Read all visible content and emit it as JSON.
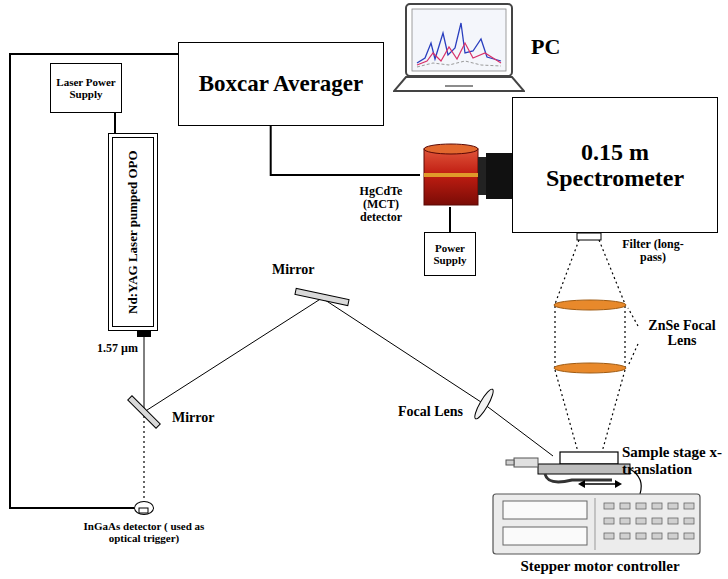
{
  "diagram": {
    "nodes": [
      {
        "text": [
          "Laser Power Supply"
        ]
      },
      {
        "text": [
          "Boxcar Averager"
        ]
      },
      {
        "text": [
          "PC"
        ]
      },
      {
        "text": [
          "0.15 m Spectrometer"
        ]
      },
      {
        "text": [
          "HgCdTe (MCT) detector"
        ]
      },
      {
        "text": [
          "Power Supply"
        ]
      },
      {
        "text": [
          "Nd:YAG Laser pumped OPO"
        ]
      },
      {
        "text": [
          "InGaAs detector ( used as optical trigger)"
        ]
      }
    ],
    "edges": [
      {
        "from": 0,
        "to": 6,
        "arrow": "none"
      },
      {
        "from": 1,
        "to": 4,
        "arrow": "none"
      },
      {
        "from": 4,
        "to": 5,
        "arrow": "none"
      },
      {
        "from": 1,
        "to": 7,
        "arrow": "none"
      }
    ],
    "labels": [
      "1.57 µm",
      "Mirror",
      "Mirror",
      "Focal Lens",
      "Filter (long-pass)",
      "ZnSe Focal Lens",
      "Sample stage x-translation",
      "Stepper motor controller"
    ]
  }
}
